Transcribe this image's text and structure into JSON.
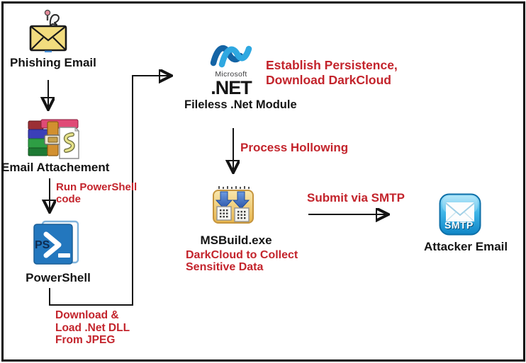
{
  "colors": {
    "red": "#c3242c",
    "ink": "#141414"
  },
  "nodes": {
    "phishing_email": {
      "label": "Phishing Email"
    },
    "email_attachment": {
      "label": "Email Attachement"
    },
    "powershell": {
      "label": "PowerShell",
      "icon_text": "PS"
    },
    "fileless_net": {
      "label": "Fileless .Net Module",
      "brand": "Microsoft",
      "product": ".NET"
    },
    "msbuild": {
      "label": "MSBuild.exe"
    },
    "attacker_email": {
      "label": "Attacker Email",
      "icon_text": "SMTP"
    }
  },
  "annotations": {
    "run_powershell": {
      "lines": [
        "Run PowerShell",
        "code"
      ]
    },
    "download_dll": {
      "lines": [
        "Download &",
        "Load .Net DLL",
        "From JPEG"
      ]
    },
    "establish_persistence": {
      "lines": [
        "Establish Persistence,",
        "Download DarkCloud"
      ]
    },
    "process_hollowing": {
      "lines": [
        "Process Hollowing"
      ]
    },
    "collect_data": {
      "lines": [
        "DarkCloud to Collect",
        "Sensitive Data"
      ]
    },
    "submit_smtp": {
      "lines": [
        "Submit via SMTP"
      ]
    }
  }
}
